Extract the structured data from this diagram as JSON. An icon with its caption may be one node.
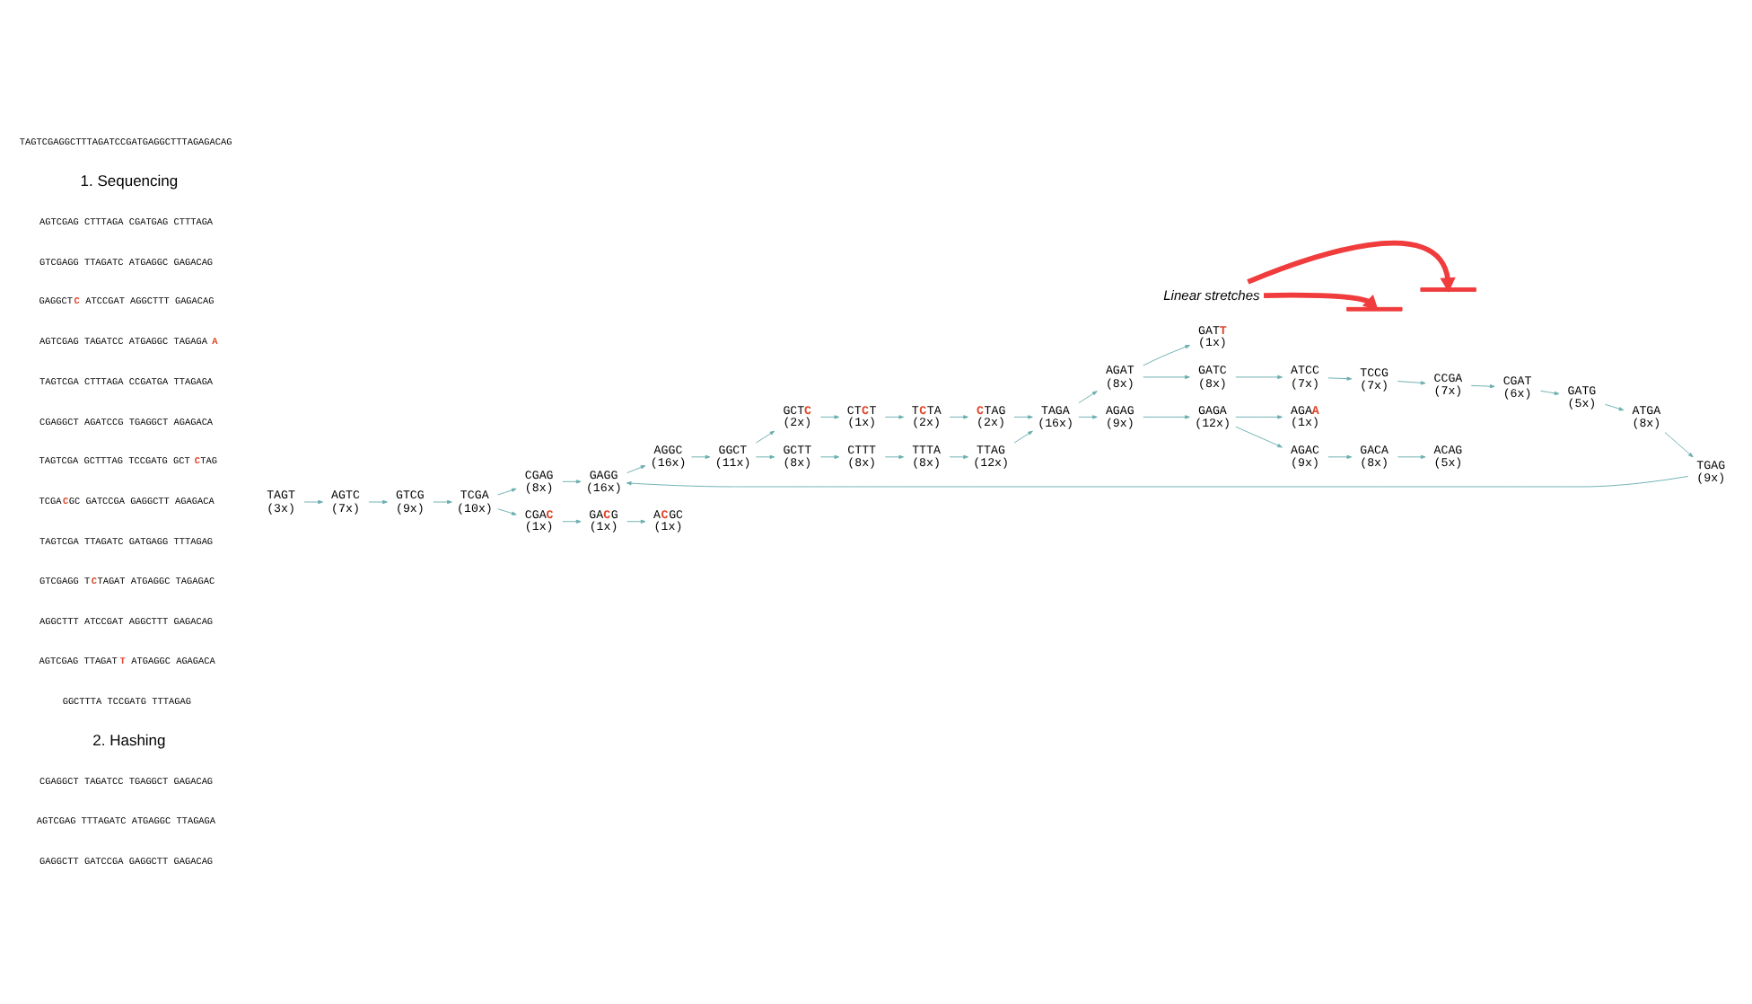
{
  "diagram": {
    "nodes": [
      {
        "text": [
          "TAGT",
          "(3x)"
        ]
      },
      {
        "text": [
          "AGTC",
          "(7x)"
        ]
      },
      {
        "text": [
          "GTCG",
          "(9x)"
        ]
      },
      {
        "text": [
          "TCGA",
          "(10x)"
        ]
      },
      {
        "text": [
          "CGAG",
          "(8x)"
        ]
      },
      {
        "text": [
          "GAGG",
          "(16x)"
        ]
      },
      {
        "text": [
          "AGGC",
          "(16x)"
        ]
      },
      {
        "text": [
          "GGCT",
          "(11x)"
        ]
      },
      {
        "text": [
          "CGA**C**",
          "(1x)"
        ]
      },
      {
        "text": [
          "GA**C**G",
          "(1x)"
        ]
      },
      {
        "text": [
          "A**C**GC",
          "(1x)"
        ]
      },
      {
        "text": [
          "GCT**C**",
          "(2x)"
        ]
      },
      {
        "text": [
          "CT**C**T",
          "(1x)"
        ]
      },
      {
        "text": [
          "T**C**TA",
          "(2x)"
        ]
      },
      {
        "text": [
          "**C**TAG",
          "(2x)"
        ]
      },
      {
        "text": [
          "GCTT",
          "(8x)"
        ]
      },
      {
        "text": [
          "CTTT",
          "(8x)"
        ]
      },
      {
        "text": [
          "TTTA",
          "(8x)"
        ]
      },
      {
        "text": [
          "TTAG",
          "(12x)"
        ]
      },
      {
        "text": [
          "TAGA",
          "(16x)"
        ]
      },
      {
        "text": [
          "AGAT",
          "(8x)"
        ]
      },
      {
        "text": [
          "GAT**T**",
          "(1x)"
        ]
      },
      {
        "text": [
          "GATC",
          "(8x)"
        ]
      },
      {
        "text": [
          "ATCC",
          "(7x)"
        ]
      },
      {
        "text": [
          "TCCG",
          "(7x)"
        ]
      },
      {
        "text": [
          "CCGA",
          "(7x)"
        ]
      },
      {
        "text": [
          "CGAT",
          "(6x)"
        ]
      },
      {
        "text": [
          "GATG",
          "(5x)"
        ]
      },
      {
        "text": [
          "ATGA",
          "(8x)"
        ]
      },
      {
        "text": [
          "TGAG",
          "(9x)"
        ]
      },
      {
        "text": [
          "AGAG",
          "(9x)"
        ]
      },
      {
        "text": [
          "GAGA",
          "(12x)"
        ]
      },
      {
        "text": [
          "AGA**A**",
          "(1x)"
        ]
      },
      {
        "text": [
          "AGAC",
          "(9x)"
        ]
      },
      {
        "text": [
          "GACA",
          "(8x)"
        ]
      },
      {
        "text": [
          "ACAG",
          "(5x)"
        ]
      },
      {
        "text": [
          "Linear stretches"
        ]
      },
      {
        "text": [],
        "shape": "bar"
      },
      {
        "text": [],
        "shape": "bar"
      }
    ],
    "edges": [
      {
        "from": 0,
        "to": 1,
        "arrow": "to"
      },
      {
        "from": 1,
        "to": 2,
        "arrow": "to"
      },
      {
        "from": 2,
        "to": 3,
        "arrow": "to"
      },
      {
        "from": 3,
        "to": 4,
        "arrow": "to"
      },
      {
        "from": 4,
        "to": 5,
        "arrow": "to"
      },
      {
        "from": 5,
        "to": 6,
        "arrow": "to"
      },
      {
        "from": 6,
        "to": 7,
        "arrow": "to"
      },
      {
        "from": 3,
        "to": 8,
        "arrow": "to"
      },
      {
        "from": 8,
        "to": 9,
        "arrow": "to"
      },
      {
        "from": 9,
        "to": 10,
        "arrow": "to"
      },
      {
        "from": 7,
        "to": 11,
        "arrow": "to"
      },
      {
        "from": 11,
        "to": 12,
        "arrow": "to"
      },
      {
        "from": 12,
        "to": 13,
        "arrow": "to"
      },
      {
        "from": 13,
        "to": 14,
        "arrow": "to"
      },
      {
        "from": 14,
        "to": 19,
        "arrow": "to"
      },
      {
        "from": 7,
        "to": 15,
        "arrow": "to"
      },
      {
        "from": 15,
        "to": 16,
        "arrow": "to"
      },
      {
        "from": 16,
        "to": 17,
        "arrow": "to"
      },
      {
        "from": 17,
        "to": 18,
        "arrow": "to"
      },
      {
        "from": 18,
        "to": 19,
        "arrow": "to"
      },
      {
        "from": 19,
        "to": 20,
        "arrow": "to"
      },
      {
        "from": 20,
        "to": 21,
        "arrow": "to"
      },
      {
        "from": 20,
        "to": 22,
        "arrow": "to"
      },
      {
        "from": 22,
        "to": 23,
        "arrow": "to"
      },
      {
        "from": 23,
        "to": 24,
        "arrow": "to"
      },
      {
        "from": 24,
        "to": 25,
        "arrow": "to"
      },
      {
        "from": 25,
        "to": 26,
        "arrow": "to"
      },
      {
        "from": 26,
        "to": 27,
        "arrow": "to"
      },
      {
        "from": 27,
        "to": 28,
        "arrow": "to"
      },
      {
        "from": 28,
        "to": 29,
        "arrow": "to"
      },
      {
        "from": 29,
        "to": 5,
        "arrow": "to"
      },
      {
        "from": 19,
        "to": 30,
        "arrow": "to"
      },
      {
        "from": 30,
        "to": 31,
        "arrow": "to"
      },
      {
        "from": 31,
        "to": 33,
        "arrow": "to"
      },
      {
        "from": 33,
        "to": 34,
        "arrow": "to"
      },
      {
        "from": 34,
        "to": 35,
        "arrow": "to"
      },
      {
        "from": 31,
        "to": 32,
        "arrow": "to"
      },
      {
        "from": 36,
        "to": 37,
        "arrow": "to",
        "style": "thick",
        "color": "#f03c3c"
      },
      {
        "from": 36,
        "to": 38,
        "arrow": "to",
        "style": "thick",
        "color": "#f03c3c"
      }
    ],
    "labels": [
      "TAGTCGAGGCTTTAGATCCGATGAGGCTTTAGAGACAG",
      "1. Sequencing",
      "AGTCGAG CTTTAGA CGATGAG CTTTAGA",
      "GTCGAGG TTAGATC ATGAGGC GAGACAG",
      "GAGGCT**C** ATCCGAT AGGCTTT GAGACAG",
      "AGTCGAG TAGATCC ATGAGGC TAGAGA**A**",
      "TAGTCGA CTTTAGA CCGATGA TTAGAGA",
      "CGAGGCT AGATCCG TGAGGCT AGAGACA",
      "TAGTCGA GCTTTAG TCCGATG GCT**C**TAG",
      "TCGA**C**GC GATCCGA GAGGCTT AGAGACA",
      "TAGTCGA TTAGATC GATGAGG TTTAGAG",
      "GTCGAGG T**C**TAGAT ATGAGGC TAGAGAC",
      "AGGCTTT ATCCGAT AGGCTTT GAGACAG",
      "AGTCGAG TTAGAT**T** ATGAGGC AGAGACA",
      "GGCTTTA TCCGATG TTTAGAG",
      "2. Hashing",
      "CGAGGCT TAGATCC TGAGGCT GAGACAG",
      "AGTCGAG TTTAGATC ATGAGGC TTAGAGA",
      "GAGGCTT GATCCGA GAGGCTT GAGACAG"
    ]
  }
}
